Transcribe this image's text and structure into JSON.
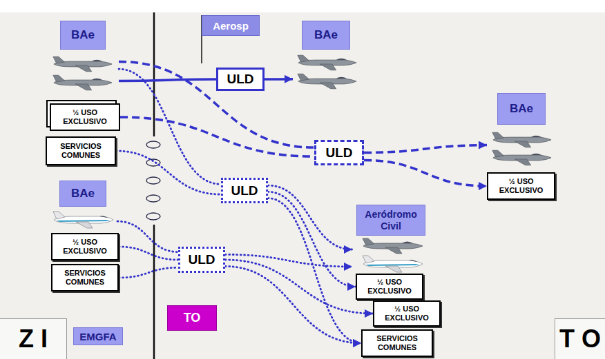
{
  "diagram": {
    "nodes": [
      {
        "text": [
          "BAe"
        ]
      },
      {
        "text": [
          "Aerosp"
        ]
      },
      {
        "text": [
          "BAe"
        ]
      },
      {
        "text": [
          "ULD"
        ]
      },
      {
        "text": [
          "½ USO EXCLUSIVO"
        ]
      },
      {
        "text": [
          "BAe"
        ]
      },
      {
        "text": [
          "SERVICIOS COMUNES"
        ]
      },
      {
        "text": [
          "ULD"
        ]
      },
      {
        "text": [
          "½ USO EXCLUSIVO"
        ]
      },
      {
        "text": [
          "BAe"
        ]
      },
      {
        "text": [
          "ULD"
        ]
      },
      {
        "text": [
          "Aeródromo Civil"
        ]
      },
      {
        "text": [
          "½ USO EXCLUSIVO"
        ]
      },
      {
        "text": [
          "ULD"
        ]
      },
      {
        "text": [
          "SERVICIOS COMUNES"
        ]
      },
      {
        "text": [
          "½ USO EXCLUSIVO"
        ]
      },
      {
        "text": [
          "½ USO EXCLUSIVO"
        ]
      },
      {
        "text": [
          "TO"
        ]
      },
      {
        "text": [
          "Z I"
        ]
      },
      {
        "text": [
          "EMGFA"
        ]
      },
      {
        "text": [
          "SERVICIOS COMUNES"
        ]
      },
      {
        "text": [
          "T O"
        ]
      }
    ],
    "edges": [
      {
        "from": 0,
        "to": 3,
        "arrow": "none"
      },
      {
        "from": 3,
        "to": 2,
        "arrow": "to"
      },
      {
        "from": 0,
        "to": 7,
        "arrow": "none"
      },
      {
        "from": 7,
        "to": 5,
        "arrow": "to"
      },
      {
        "from": 4,
        "to": 7,
        "arrow": "none"
      },
      {
        "from": 7,
        "to": 8,
        "arrow": "to"
      },
      {
        "from": 0,
        "to": 10,
        "arrow": "none"
      },
      {
        "from": 6,
        "to": 10,
        "arrow": "none"
      },
      {
        "from": 10,
        "to": 11,
        "arrow": "to"
      },
      {
        "from": 10,
        "to": 15,
        "arrow": "to"
      },
      {
        "from": 10,
        "to": 20,
        "arrow": "to"
      },
      {
        "from": 9,
        "to": 13,
        "arrow": "none"
      },
      {
        "from": 12,
        "to": 13,
        "arrow": "none"
      },
      {
        "from": 14,
        "to": 13,
        "arrow": "none"
      },
      {
        "from": 13,
        "to": 11,
        "arrow": "to"
      },
      {
        "from": 13,
        "to": 16,
        "arrow": "to"
      },
      {
        "from": 13,
        "to": 20,
        "arrow": "to"
      }
    ]
  }
}
